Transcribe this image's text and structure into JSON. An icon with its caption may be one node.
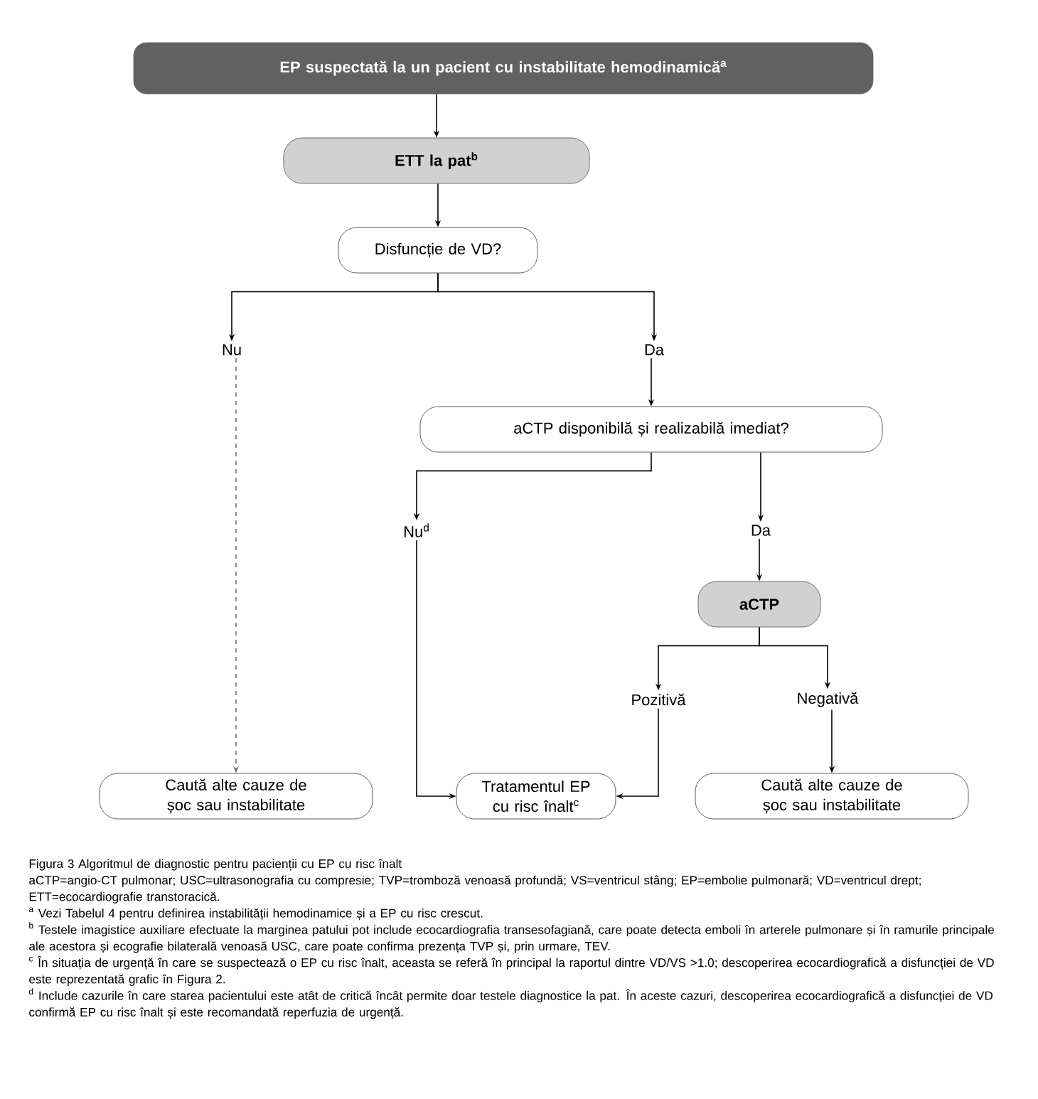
{
  "diagram": {
    "caption": "Figura 3 Algoritmul de diagnostic pentru pacienții cu EP cu risc înalt",
    "nodes": [
      {
        "text": [
          "EP suspectată la un pacient cu instabilitate hemodinamică$^{a}$"
        ]
      },
      {
        "text": [
          "ETT la pat$^{b}$"
        ]
      },
      {
        "text": [
          "Disfuncție de VD?"
        ]
      },
      {
        "text": [
          "Nu"
        ]
      },
      {
        "text": [
          "Da"
        ]
      },
      {
        "text": [
          "aCTP disponibilă și realizabilă imediat?"
        ]
      },
      {
        "text": [
          "Nu$^{d}$"
        ]
      },
      {
        "text": [
          "Da"
        ]
      },
      {
        "text": [
          "aCTP"
        ]
      },
      {
        "text": [
          "Pozitivă"
        ]
      },
      {
        "text": [
          "Negativă"
        ]
      },
      {
        "text": [
          "Caută alte cauze de șoc sau instabilitate"
        ]
      },
      {
        "text": [
          "Tratamentul EP cu risc înalt$^{c}$"
        ]
      },
      {
        "text": [
          "Caută alte cauze de șoc sau instabilitate"
        ]
      }
    ],
    "edges": [
      {
        "from": 0,
        "to": 1,
        "arrow": "to"
      },
      {
        "from": 1,
        "to": 2,
        "arrow": "to"
      },
      {
        "from": 2,
        "to": 3,
        "arrow": "to"
      },
      {
        "from": 2,
        "to": 4,
        "arrow": "to"
      },
      {
        "from": 4,
        "to": 5,
        "arrow": "to"
      },
      {
        "from": 5,
        "to": 6,
        "arrow": "to"
      },
      {
        "from": 5,
        "to": 7,
        "arrow": "to"
      },
      {
        "from": 7,
        "to": 8,
        "arrow": "to"
      },
      {
        "from": 8,
        "to": 9,
        "arrow": "to"
      },
      {
        "from": 8,
        "to": 10,
        "arrow": "to"
      },
      {
        "from": 3,
        "to": 11,
        "arrow": "to",
        "style": "dashed",
        "color": "#737373"
      },
      {
        "from": 6,
        "to": 12,
        "arrow": "to"
      },
      {
        "from": 9,
        "to": 12,
        "arrow": "to"
      },
      {
        "from": 10,
        "to": 13,
        "arrow": "to"
      }
    ],
    "labels": [
      "aCTP=angio-CT pulmonar; USC=ultrasonografia cu compresie; TVP=tromboză venoasă profundă; VS=ventricul stâng; EP=embolie pulmonară; VD=ventricul drept; ETT=ecocardiografie transtoracică.",
      "$^{a}$ Vezi Tabelul 4 pentru definirea instabilității hemodinamice și a EP cu risc crescut.",
      "$^{b}$ Testele imagistice auxiliare efectuate la marginea patului pot include ecocardiografia transesofagiană, care poate detecta emboli în arterele pulmonare și în ramurile principale ale acestora și ecografie bilaterală venoasă USC, care poate confirma prezența TVP și, prin urmare, TEV.",
      "$^{c}$ În situația de urgență în care se suspectează o EP cu risc înalt, aceasta se referă în principal la raportul dintre VD/VS >1.0; descoperirea ecocardiografică a disfuncției de VD este reprezentată grafic în Figura 2.",
      "$^{d}$ Include cazurile în care starea pacientului este atât de critică încât permite doar testele diagnostice la pat. În aceste cazuri, descoperirea ecocardiografică a disfuncției de VD confirmă EP cu risc înalt și este recomandată reperfuzia de urgență."
    ]
  }
}
